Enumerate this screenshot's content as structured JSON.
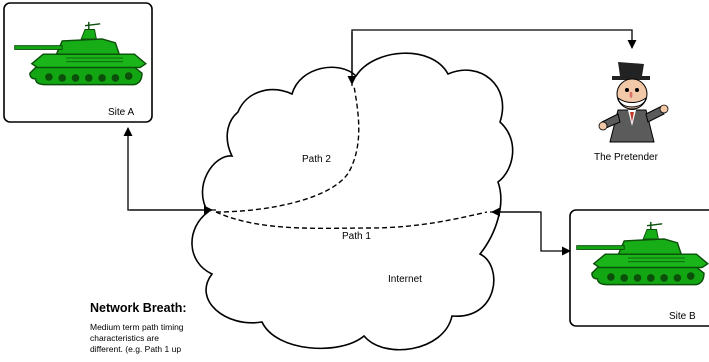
{
  "sites": {
    "site_a": {
      "label": "Site A"
    },
    "site_b": {
      "label": "Site B"
    }
  },
  "pretender": {
    "label": "The Pretender"
  },
  "network": {
    "cloud_label": "Internet",
    "path1_label": "Path 1",
    "path2_label": "Path 2"
  },
  "caption": {
    "title": "Network Breath:",
    "lines": [
      "Medium term path timing",
      "characteristics are",
      "different. (e.g. Path 1 up"
    ]
  },
  "colors": {
    "tank_green": "#13a613",
    "tank_dark": "#0b4f0b",
    "line": "#000000"
  }
}
